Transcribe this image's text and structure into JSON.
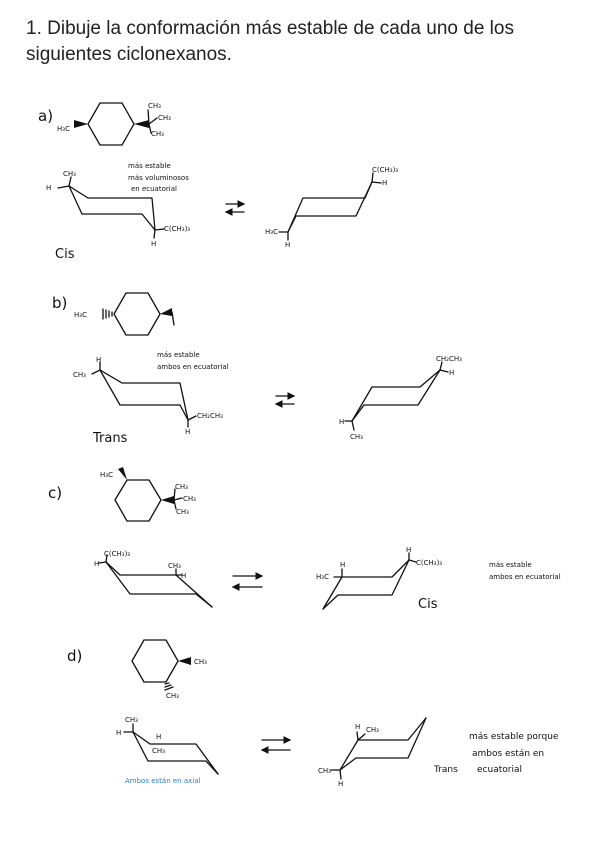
{
  "page": {
    "title": "1. Dibuje la conformación más estable de cada uno de los siguientes ciclonexanos."
  },
  "problems": [
    {
      "letter": "a)",
      "groups": {
        "h3c": "H₃C",
        "ch3_top": "CH₃",
        "ch3_mid": "CH₃",
        "ch3_bot": "CH₃"
      },
      "left": {
        "ch3": "CH₃",
        "h_left": "H",
        "cch3": "C(CH₃)₃",
        "h_bottom": "H"
      },
      "note": [
        "más estable",
        "más voluminosos",
        "en ecuatorial"
      ],
      "right": {
        "cch3": "C(CH₃)₃",
        "h": "H",
        "h3c": "H₃C",
        "h_bottom": "H"
      },
      "isomer": "Cis"
    },
    {
      "letter": "b)",
      "groups": {
        "h3c": "H₃C"
      },
      "left": {
        "h_top": "H",
        "ch3": "CH₃",
        "ch2ch3": "CH₂CH₃",
        "h_bottom": "H"
      },
      "note": [
        "más estable",
        "ambos en ecuatorial"
      ],
      "right": {
        "ch2ch3": "CH₂CH₃",
        "h": "H",
        "h_left": "H",
        "ch3": "CH₃"
      },
      "isomer": "Trans"
    },
    {
      "letter": "c)",
      "groups": {
        "h3c": "H₃C",
        "ch3_top": "CH₃",
        "ch3_mid": "CH₃",
        "ch3_bot": "CH₃"
      },
      "left": {
        "cch3": "C(CH₃)₃",
        "h_left": "H",
        "ch3": "CH₃",
        "h_right": "H"
      },
      "right": {
        "h_top": "H",
        "cch3": "C(CH₃)₃",
        "h_left": "H",
        "h3c": "H₃C"
      },
      "note": [
        "más estable",
        "ambos en ecuatorial"
      ],
      "isomer": "Cis"
    },
    {
      "letter": "d)",
      "groups": {
        "ch3_right": "CH₃",
        "ch3_bottom": "CH₃"
      },
      "left": {
        "ch3": "CH₃",
        "h_left": "H",
        "h_right": "H",
        "ch3_small": "CH₃"
      },
      "left_note": "Ambos están en axial",
      "right": {
        "h_top": "H",
        "ch3_top": "CH₃",
        "ch3_left": "CH₃",
        "h_bottom": "H"
      },
      "note": [
        "más estable porque",
        "ambos están en",
        "ecuatorial"
      ],
      "isomer": "Trans"
    }
  ]
}
